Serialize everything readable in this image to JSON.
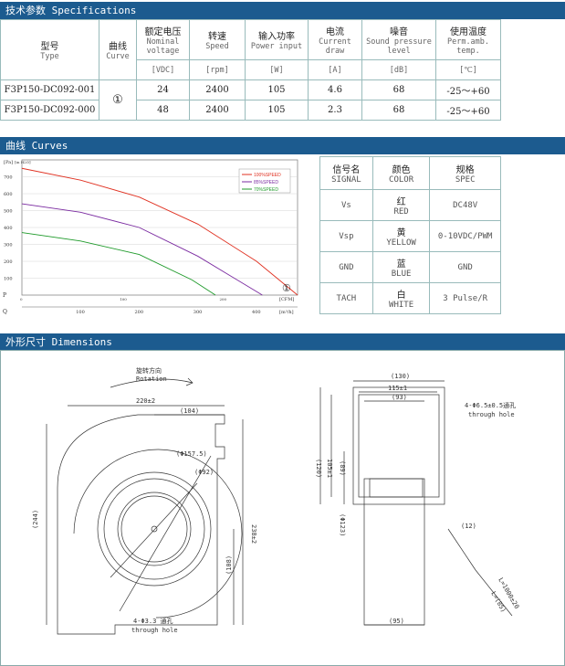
{
  "sections": {
    "specs": "技术参数 Specifications",
    "curves": "曲线 Curves",
    "dims": "外形尺寸 Dimensions"
  },
  "spec_table": {
    "headers": [
      {
        "cn": "型号",
        "en": "Type"
      },
      {
        "cn": "曲线",
        "en": "Curve"
      },
      {
        "cn": "额定电压",
        "en": "Nominal voltage"
      },
      {
        "cn": "转速",
        "en": "Speed"
      },
      {
        "cn": "输入功率",
        "en": "Power input"
      },
      {
        "cn": "电流",
        "en": "Current draw"
      },
      {
        "cn": "噪音",
        "en": "Sound pressure level"
      },
      {
        "cn": "使用温度",
        "en": "Perm.amb. temp."
      }
    ],
    "units": [
      "[VDC]",
      "[rpm]",
      "[W]",
      "[A]",
      "[dB]",
      "[℃]"
    ],
    "curve_mark": "①",
    "rows": [
      {
        "type": "F3P150-DC092-001",
        "voltage": "24",
        "speed": "2400",
        "power": "105",
        "current": "4.6",
        "noise": "68",
        "temp": "-25～+60"
      },
      {
        "type": "F3P150-DC092-000",
        "voltage": "48",
        "speed": "2400",
        "power": "105",
        "current": "2.3",
        "noise": "68",
        "temp": "-25～+60"
      }
    ]
  },
  "signal_table": {
    "headers": [
      {
        "cn": "信号名",
        "en": "SIGNAL"
      },
      {
        "cn": "颜色",
        "en": "COLOR"
      },
      {
        "cn": "规格",
        "en": "SPEC"
      }
    ],
    "rows": [
      {
        "signal": "Vs",
        "color_cn": "红",
        "color_en": "RED",
        "spec": "DC48V"
      },
      {
        "signal": "Vsp",
        "color_cn": "黄",
        "color_en": "YELLOW",
        "spec": "0-10VDC/PWM"
      },
      {
        "signal": "GND",
        "color_cn": "蓝",
        "color_en": "BLUE",
        "spec": "GND"
      },
      {
        "signal": "TACH",
        "color_cn": "白",
        "color_en": "WHITE",
        "spec": "3 Pulse/R"
      }
    ]
  },
  "chart_data": {
    "type": "line",
    "ylabel": "[Pa]",
    "ylabel2": "[in H2O]",
    "xlabel_cfm": "[CFM]",
    "xlabel_m3h": "[m³/h]",
    "y_axis_label": "P",
    "x_axis_label": "Q",
    "ylim": [
      0,
      800
    ],
    "xlim": [
      0,
      470
    ],
    "y_ticks": [
      100,
      200,
      300,
      400,
      500,
      600,
      700
    ],
    "x_ticks_m3h": [
      100,
      200,
      300,
      400
    ],
    "x_ticks_cfm": [
      0,
      100,
      200
    ],
    "curve_mark": "①",
    "series": [
      {
        "name": "100%SPEED",
        "color": "#e03020",
        "x": [
          0,
          100,
          200,
          300,
          400,
          470
        ],
        "y": [
          750,
          680,
          580,
          420,
          200,
          0
        ]
      },
      {
        "name": "85%SPEED",
        "color": "#7a2aa0",
        "x": [
          0,
          100,
          200,
          300,
          410
        ],
        "y": [
          540,
          490,
          400,
          230,
          0
        ]
      },
      {
        "name": "70%SPEED",
        "color": "#1e9a2a",
        "x": [
          0,
          100,
          200,
          290,
          330
        ],
        "y": [
          370,
          320,
          240,
          90,
          0
        ]
      }
    ]
  },
  "dimensions": {
    "rotation_cn": "旋转方向",
    "rotation_en": "Rotation",
    "d220": "220±2",
    "d104": "(104)",
    "d157": "(Φ157.5)",
    "d92": "(Φ92)",
    "d244": "(244)",
    "d238": "238±2",
    "d108": "(108)",
    "holes_left": "4-Φ3.3 通孔",
    "through_left": "through hole",
    "d130": "(130)",
    "d115": "115±1",
    "d93": "(93)",
    "holes_right": "4-Φ6.5±0.5通孔",
    "through_right": "through hole",
    "d120": "(120)",
    "d105": "105±1",
    "d89": "(89)",
    "d123": "(Φ123)",
    "d12": "(12)",
    "d1000": "L=1000±20",
    "d85": "L=(85)",
    "d95": "(95)"
  }
}
